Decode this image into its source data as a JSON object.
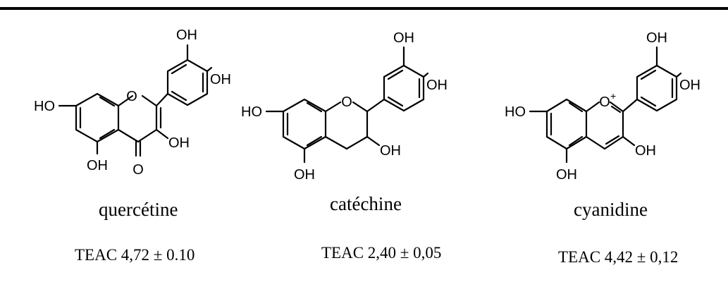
{
  "compounds": [
    {
      "name": "quercétine",
      "teac": "TEAC 4,72 ± 0.10",
      "atoms": {
        "ho7": "HO",
        "o1": "O",
        "oh5": "OH",
        "o4": "O",
        "oh3": "OH",
        "oh3p": "OH",
        "oh4p": "OH"
      }
    },
    {
      "name": "catéchine",
      "teac": "TEAC 2,40 ± 0,05",
      "atoms": {
        "ho7": "HO",
        "o1": "O",
        "oh5": "OH",
        "oh3": "OH",
        "oh3p": "OH",
        "oh4p": "OH"
      }
    },
    {
      "name": "cyanidine",
      "teac": "TEAC 4,42 ± 0,12",
      "atoms": {
        "ho7": "HO",
        "o1": "O",
        "charge": "+",
        "oh5": "OH",
        "oh3": "OH",
        "oh3p": "OH",
        "oh4p": "OH"
      }
    }
  ]
}
